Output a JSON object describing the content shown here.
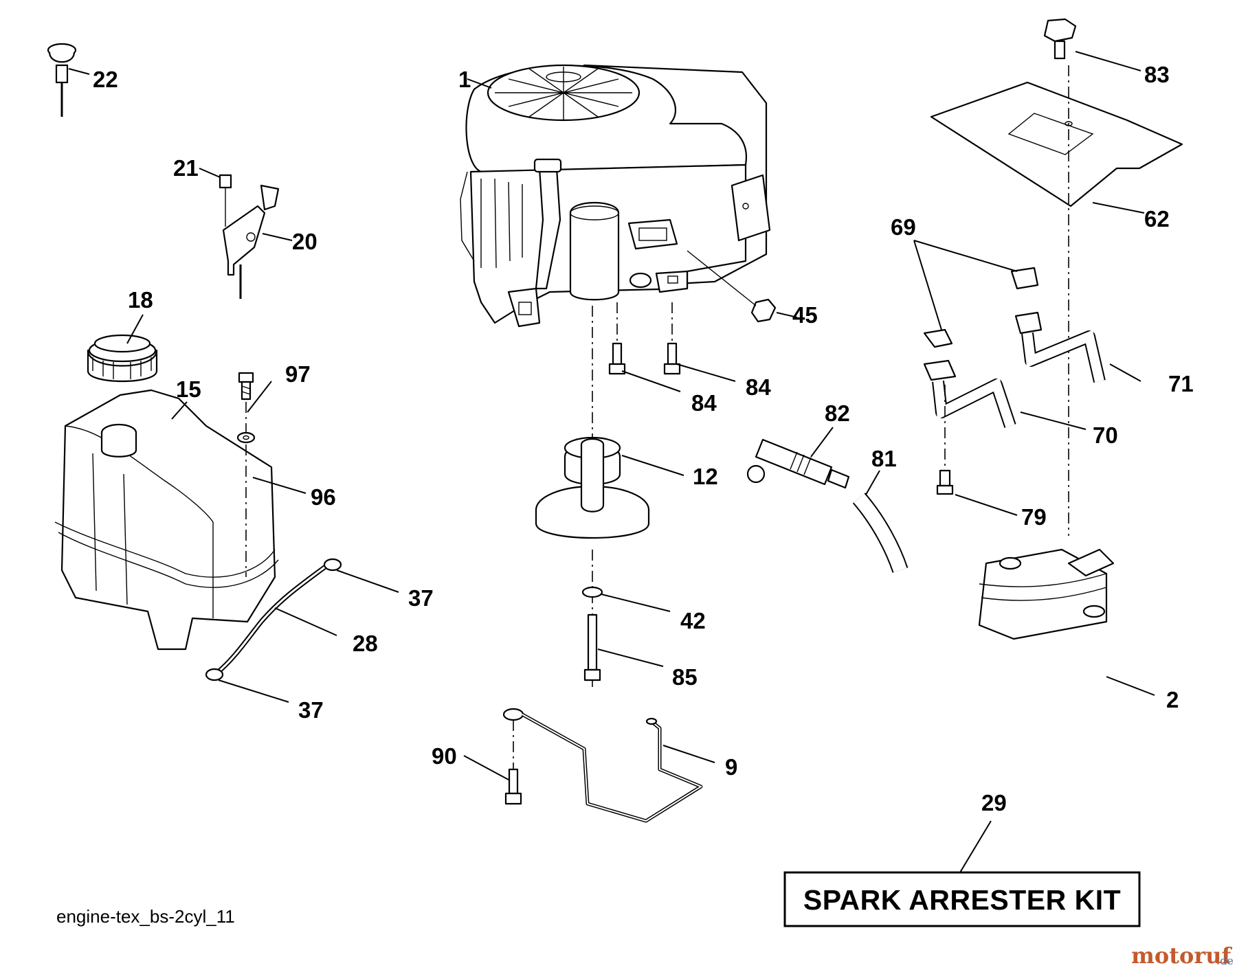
{
  "diagram": {
    "drawing_code": "engine-tex_bs-2cyl_11",
    "kit_label": "SPARK ARRESTER KIT",
    "watermark": {
      "main": "motoruf",
      "suffix": ".de"
    },
    "part_numbers": {
      "p1": "1",
      "p2": "2",
      "p9": "9",
      "p12": "12",
      "p15": "15",
      "p18": "18",
      "p20": "20",
      "p21": "21",
      "p22": "22",
      "p28": "28",
      "p29": "29",
      "p37a": "37",
      "p37b": "37",
      "p42": "42",
      "p45": "45",
      "p62": "62",
      "p69": "69",
      "p70": "70",
      "p71": "71",
      "p79": "79",
      "p81": "81",
      "p82": "82",
      "p83": "83",
      "p84a": "84",
      "p84b": "84",
      "p85": "85",
      "p90": "90",
      "p96": "96",
      "p97": "97"
    }
  }
}
